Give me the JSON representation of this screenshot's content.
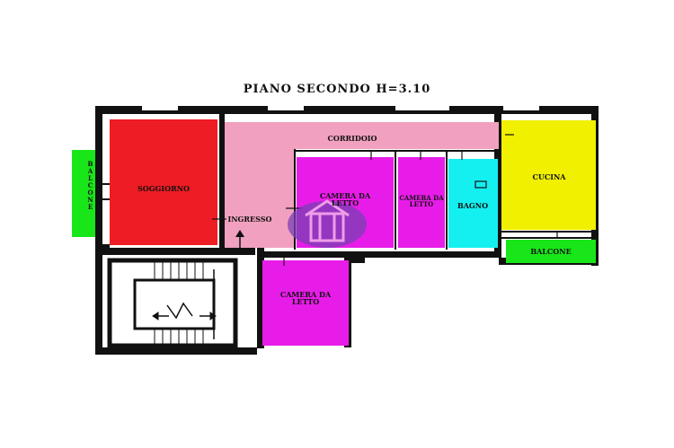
{
  "plan": {
    "title": "PIANO SECONDO H=3.10",
    "rooms": {
      "balcone_left": "BALCONE",
      "soggiorno": "SOGGIORNO",
      "ingresso": "INGRESSO",
      "corridoio": "CORRIDOIO",
      "camera_1": "CAMERA DA LETTO",
      "camera_2": "CAMERA DA LETTO",
      "camera_3": "CAMERA DA LETTO",
      "bagno": "BAGNO",
      "cucina": "CUCINA",
      "balcone_right": "BALCONE"
    },
    "colors": {
      "soggiorno": "#ee1c24",
      "ingresso_corridoio": "#f2a0c0",
      "camera": "#e81ce8",
      "bagno": "#14f0f0",
      "cucina": "#f0f000",
      "balcone": "#19e619",
      "logo": "#7a3fb5"
    }
  }
}
